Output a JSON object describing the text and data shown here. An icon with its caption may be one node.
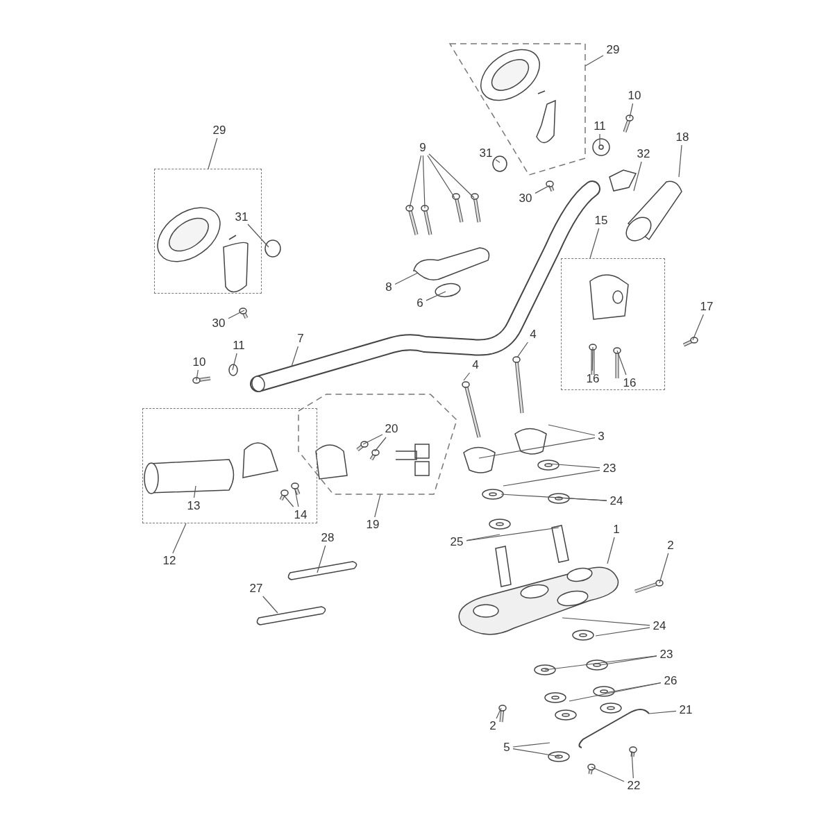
{
  "diagram": {
    "nodes": [
      {
        "text": [],
        "shape": "polygon"
      },
      {
        "text": [
          "29"
        ]
      },
      {
        "text": [],
        "shape": "box"
      },
      {
        "text": [
          "29"
        ]
      },
      {
        "text": [
          "10"
        ]
      },
      {
        "text": [
          "11"
        ]
      },
      {
        "text": [
          "18"
        ]
      },
      {
        "text": [
          "32"
        ]
      },
      {
        "text": [
          "31"
        ]
      },
      {
        "text": [
          "9"
        ]
      },
      {
        "text": [
          "30"
        ]
      },
      {
        "text": [
          "31"
        ],
        "in": 2
      },
      {
        "text": [],
        "shape": "box"
      },
      {
        "text": [
          "15"
        ]
      },
      {
        "text": [
          "8"
        ]
      },
      {
        "text": [
          "17"
        ]
      },
      {
        "text": [
          "6"
        ]
      },
      {
        "text": [
          "30"
        ]
      },
      {
        "text": [
          "7"
        ]
      },
      {
        "text": [
          "4"
        ]
      },
      {
        "text": [
          "4"
        ]
      },
      {
        "text": [
          "11"
        ]
      },
      {
        "text": [
          "10"
        ]
      },
      {
        "text": [
          "16"
        ],
        "in": 12
      },
      {
        "text": [
          "16"
        ],
        "in": 12
      },
      {
        "text": [],
        "shape": "box"
      },
      {
        "text": [],
        "shape": "polygon"
      },
      {
        "text": [
          "20"
        ],
        "in": 26
      },
      {
        "text": [
          "3"
        ]
      },
      {
        "text": [
          "23"
        ]
      },
      {
        "text": [
          "24"
        ]
      },
      {
        "text": [
          "13"
        ],
        "in": 25
      },
      {
        "text": [
          "14"
        ],
        "in": 25
      },
      {
        "text": [
          "12"
        ]
      },
      {
        "text": [
          "19"
        ]
      },
      {
        "text": [
          "1"
        ]
      },
      {
        "text": [
          "25"
        ]
      },
      {
        "text": [
          "2"
        ]
      },
      {
        "text": [
          "28"
        ]
      },
      {
        "text": [
          "27"
        ]
      },
      {
        "text": [
          "24"
        ]
      },
      {
        "text": [
          "23"
        ]
      },
      {
        "text": [
          "26"
        ]
      },
      {
        "text": [
          "2"
        ]
      },
      {
        "text": [
          "21"
        ]
      },
      {
        "text": [
          "5"
        ]
      },
      {
        "text": [
          "22"
        ]
      }
    ],
    "edges": [
      {
        "from": 1,
        "to": 0,
        "arrow": "none"
      },
      {
        "from": 3,
        "to": 2,
        "arrow": "none"
      },
      {
        "from": 4,
        "to": null,
        "arrow": "none"
      },
      {
        "from": 5,
        "to": null,
        "arrow": "none"
      },
      {
        "from": 6,
        "to": null,
        "arrow": "none"
      },
      {
        "from": 7,
        "to": null,
        "arrow": "none"
      },
      {
        "from": 8,
        "to": null,
        "arrow": "none"
      },
      {
        "from": 9,
        "to": null,
        "arrow": "none"
      },
      {
        "from": 9,
        "to": null,
        "arrow": "none"
      },
      {
        "from": 9,
        "to": null,
        "arrow": "none"
      },
      {
        "from": 9,
        "to": null,
        "arrow": "none"
      },
      {
        "from": 10,
        "to": null,
        "arrow": "none"
      },
      {
        "from": 11,
        "to": null,
        "arrow": "none"
      },
      {
        "from": 13,
        "to": 12,
        "arrow": "none"
      },
      {
        "from": 14,
        "to": null,
        "arrow": "none"
      },
      {
        "from": 15,
        "to": null,
        "arrow": "none"
      },
      {
        "from": 16,
        "to": null,
        "arrow": "none"
      },
      {
        "from": 17,
        "to": null,
        "arrow": "none"
      },
      {
        "from": 18,
        "to": null,
        "arrow": "none"
      },
      {
        "from": 19,
        "to": null,
        "arrow": "none"
      },
      {
        "from": 20,
        "to": null,
        "arrow": "none"
      },
      {
        "from": 21,
        "to": null,
        "arrow": "none"
      },
      {
        "from": 22,
        "to": null,
        "arrow": "none"
      },
      {
        "from": 23,
        "to": null,
        "arrow": "none"
      },
      {
        "from": 24,
        "to": null,
        "arrow": "none"
      },
      {
        "from": 27,
        "to": null,
        "arrow": "none"
      },
      {
        "from": 27,
        "to": null,
        "arrow": "none"
      },
      {
        "from": 28,
        "to": null,
        "arrow": "none"
      },
      {
        "from": 28,
        "to": null,
        "arrow": "none"
      },
      {
        "from": 29,
        "to": null,
        "arrow": "none"
      },
      {
        "from": 29,
        "to": null,
        "arrow": "none"
      },
      {
        "from": 30,
        "to": null,
        "arrow": "none"
      },
      {
        "from": 30,
        "to": null,
        "arrow": "none"
      },
      {
        "from": 31,
        "to": null,
        "arrow": "none"
      },
      {
        "from": 32,
        "to": null,
        "arrow": "none"
      },
      {
        "from": 32,
        "to": null,
        "arrow": "none"
      },
      {
        "from": 33,
        "to": 25,
        "arrow": "none"
      },
      {
        "from": 34,
        "to": 26,
        "arrow": "none"
      },
      {
        "from": 35,
        "to": null,
        "arrow": "none"
      },
      {
        "from": 36,
        "to": null,
        "arrow": "none"
      },
      {
        "from": 36,
        "to": null,
        "arrow": "none"
      },
      {
        "from": 37,
        "to": null,
        "arrow": "none"
      },
      {
        "from": 38,
        "to": null,
        "arrow": "none"
      },
      {
        "from": 39,
        "to": null,
        "arrow": "none"
      },
      {
        "from": 40,
        "to": null,
        "arrow": "none"
      },
      {
        "from": 40,
        "to": null,
        "arrow": "none"
      },
      {
        "from": 41,
        "to": null,
        "arrow": "none"
      },
      {
        "from": 41,
        "to": null,
        "arrow": "none"
      },
      {
        "from": 42,
        "to": null,
        "arrow": "none"
      },
      {
        "from": 42,
        "to": null,
        "arrow": "none"
      },
      {
        "from": 43,
        "to": null,
        "arrow": "none"
      },
      {
        "from": 44,
        "to": null,
        "arrow": "none"
      },
      {
        "from": 45,
        "to": null,
        "arrow": "none"
      },
      {
        "from": 45,
        "to": null,
        "arrow": "none"
      },
      {
        "from": 46,
        "to": null,
        "arrow": "none"
      },
      {
        "from": 46,
        "to": null,
        "arrow": "none"
      }
    ]
  }
}
